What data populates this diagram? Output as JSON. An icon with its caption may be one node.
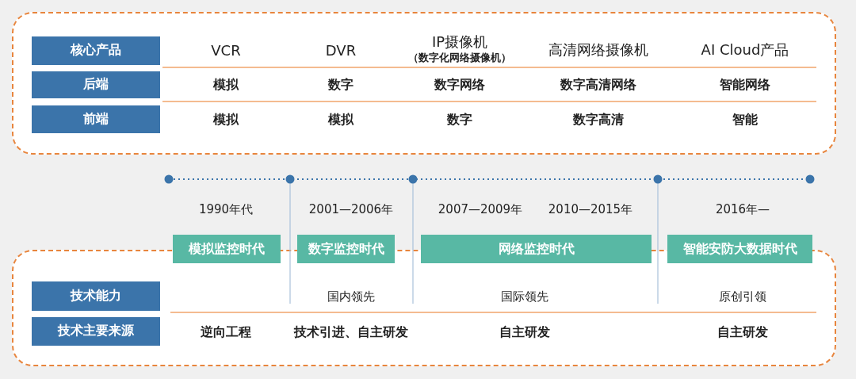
{
  "diagram": {
    "nodes": [
      {
        "text": [],
        "shape": "box"
      },
      {
        "text": [
          "核心产品"
        ],
        "in": 0
      },
      {
        "text": [
          "后端"
        ],
        "in": 0
      },
      {
        "text": [
          "前端"
        ],
        "in": 0
      },
      {
        "text": [
          "模拟监控时代"
        ]
      },
      {
        "text": [
          "数字监控时代"
        ]
      },
      {
        "text": [
          "网络监控时代"
        ]
      },
      {
        "text": [
          "智能安防大数据时代"
        ]
      },
      {
        "text": [],
        "shape": "box"
      },
      {
        "text": [
          "技术能力"
        ],
        "in": 8
      },
      {
        "text": [
          "技术主要来源"
        ],
        "in": 8
      }
    ],
    "edges": [],
    "labels": [
      "VCR",
      "DVR",
      "IP摄像机",
      "（数字化网络摄像机）",
      "高清网络摄像机",
      "AI Cloud产品",
      "模拟",
      "数字",
      "数字网络",
      "数字高清网络",
      "智能网络",
      "模拟",
      "模拟",
      "数字",
      "数字高清",
      "智能",
      "1990年代",
      "2001—2006年",
      "2007—2009年",
      "2010—2015年",
      "2016年—",
      "国内领先",
      "国际领先",
      "原创引领",
      "逆向工程",
      "技术引进、自主研发",
      "自主研发",
      "自主研发"
    ]
  }
}
